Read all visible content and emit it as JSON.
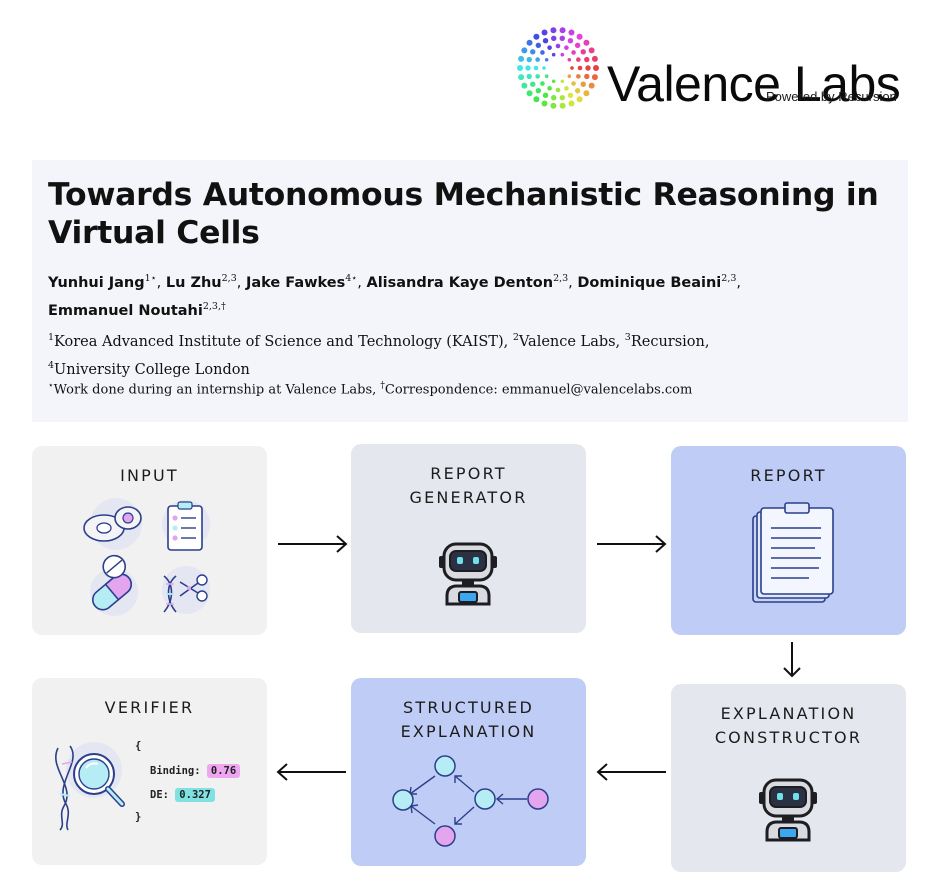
{
  "logo": {
    "name": "Valence Labs",
    "tagline": "Powered by Recursion"
  },
  "paper": {
    "title": "Towards Autonomous Mechanistic Reasoning in Virtual Cells",
    "authors": [
      {
        "name": "Yunhui Jang",
        "sup": "1⋆"
      },
      {
        "name": "Lu Zhu",
        "sup": "2,3"
      },
      {
        "name": "Jake Fawkes",
        "sup": "4⋆"
      },
      {
        "name": "Alisandra Kaye Denton",
        "sup": "2,3"
      },
      {
        "name": "Dominique Beaini",
        "sup": "2,3"
      },
      {
        "name": "Emmanuel Noutahi",
        "sup": "2,3,†"
      }
    ],
    "affiliations": [
      {
        "sup": "1",
        "text": "Korea Advanced Institute of Science and Technology (KAIST),"
      },
      {
        "sup": "2",
        "text": "Valence Labs,"
      },
      {
        "sup": "3",
        "text": "Recursion,"
      },
      {
        "sup": "4",
        "text": "University College London"
      }
    ],
    "note": {
      "sup1": "⋆",
      "text1": "Work done during an internship at Valence Labs,",
      "sup2": "†",
      "text2": "Correspondence: emmanuel@valencelabs.com"
    }
  },
  "diagram": {
    "input": {
      "line1": "INPUT",
      "icons": [
        "cell-icon",
        "clipboard-checklist-icon",
        "pill-capsule-icon",
        "dna-scissors-icon"
      ]
    },
    "generator": {
      "line1": "REPORT",
      "line2": "GENERATOR",
      "icon": "robot-icon"
    },
    "report": {
      "line1": "REPORT",
      "icon": "document-stack-icon"
    },
    "constructor": {
      "line1": "EXPLANATION",
      "line2": "CONSTRUCTOR",
      "icon": "robot-icon"
    },
    "structured": {
      "line1": "STRUCTURED",
      "line2": "EXPLANATION",
      "icon": "graph-network-icon"
    },
    "verifier": {
      "line1": "VERIFIER",
      "icon": "magnifier-dna-icon",
      "code": {
        "open": "{",
        "close": "}",
        "binding_key": "Binding:",
        "binding_value": "0.76",
        "de_key": "DE:",
        "de_value": "0.327"
      }
    },
    "colors": {
      "gray_box": "#f1f1f1",
      "slate_box": "#e4e7ee",
      "blue_box": "#bfcdf6",
      "node_cyan": "#b6ecf4",
      "node_pink": "#e3a6ee",
      "node_stroke": "#2b3f8c"
    }
  }
}
